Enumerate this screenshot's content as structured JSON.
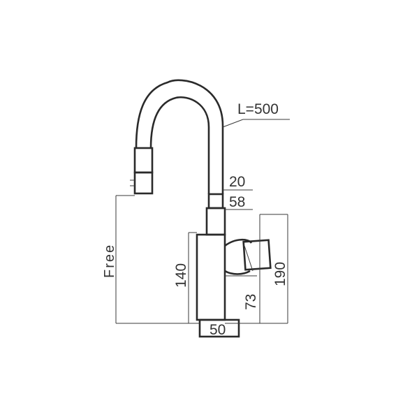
{
  "diagram": {
    "labels": {
      "hose_length": "L=500",
      "spout_diameter": "20",
      "neck_height": "58",
      "total_height": "190",
      "body_height": "140",
      "handle_height": "73",
      "base_diameter": "50",
      "free_length": "Free"
    },
    "colors": {
      "line": "#2a2a2a",
      "text": "#333333",
      "background": "#ffffff"
    }
  }
}
